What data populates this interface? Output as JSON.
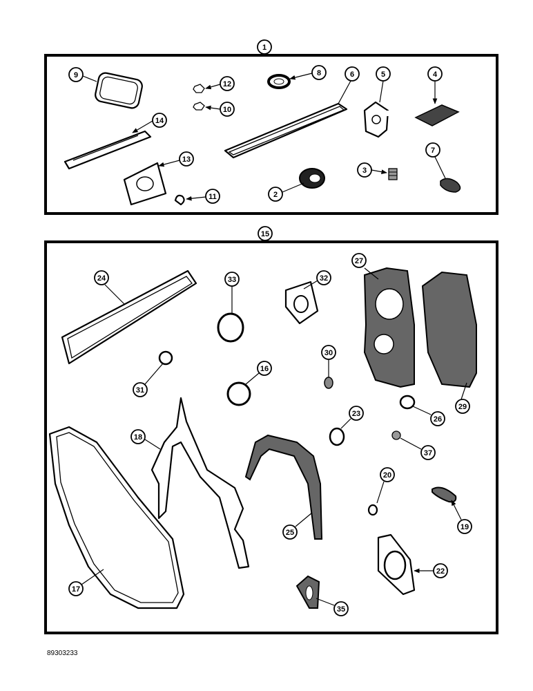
{
  "kits": [
    {
      "id": "1"
    },
    {
      "id": "15"
    }
  ],
  "kit1_callouts": [
    "9",
    "12",
    "8",
    "6",
    "5",
    "4",
    "14",
    "10",
    "13",
    "11",
    "2",
    "3",
    "7"
  ],
  "kit15_callouts": [
    "24",
    "33",
    "32",
    "27",
    "31",
    "16",
    "30",
    "29",
    "18",
    "23",
    "26",
    "37",
    "25",
    "20",
    "19",
    "22",
    "17",
    "35"
  ],
  "figure_id": "89303233"
}
